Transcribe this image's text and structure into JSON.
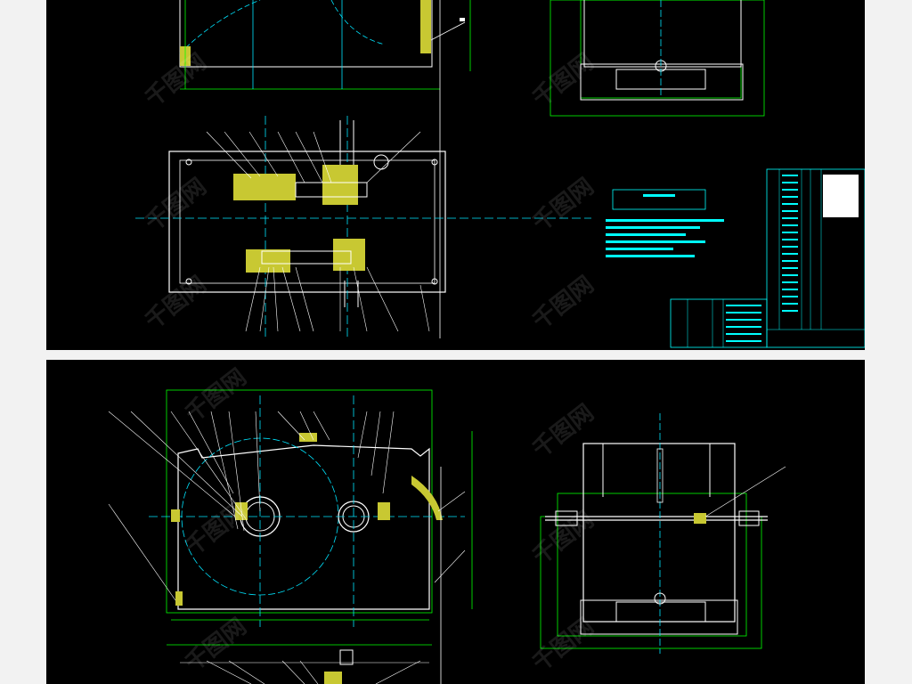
{
  "watermark": "千图网",
  "sheets": [
    {
      "id": "top",
      "label": ""
    },
    {
      "id": "bottom",
      "label": ""
    }
  ],
  "colors": {
    "background": "#000000",
    "outline": "#ffffff",
    "dimension": "#00ff00",
    "centerline": "#00e5ff",
    "hatch": "#c8c832",
    "table": "#00ffff",
    "page": "#f2f2f2"
  },
  "components": [
    "front-view-reducer",
    "top-view-reducer",
    "side-view-reducer",
    "tech-requirements-note",
    "parts-list-table",
    "title-block"
  ]
}
